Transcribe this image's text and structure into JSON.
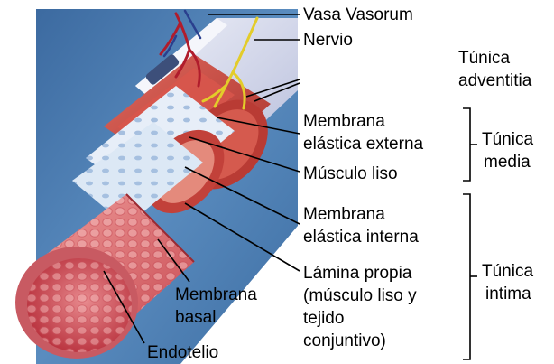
{
  "labels": {
    "vasa_vasorum": "Vasa Vasorum",
    "nervio": "Nervio",
    "tunica_adventitia": [
      "Túnica",
      "adventitia"
    ],
    "membrana_elastica_externa": [
      "Membrana",
      "elástica externa"
    ],
    "musculo_liso": "Músculo liso",
    "tunica_media": [
      "Túnica",
      "media"
    ],
    "membrana_elastica_interna": [
      "Membrana",
      "elástica interna"
    ],
    "lamina_propia": [
      "Lámina propia",
      "(músculo liso y",
      "tejido",
      "conjuntivo)"
    ],
    "tunica_intima": [
      "Túnica",
      "intima"
    ],
    "membrana_basal": [
      "Membrana",
      "basal"
    ],
    "endotelio": "Endotelio"
  },
  "colors": {
    "background_blue": "#4f80b4",
    "adventitia": "#d2d6ea",
    "media_muscle": "#c9473f",
    "elastic_membrane": "#e7eef8",
    "intima": "#d8646a",
    "lumen": "#c63e4a",
    "nerve": "#e3cc2a",
    "vessel": "#b01c2c",
    "leader_line": "#000000"
  }
}
